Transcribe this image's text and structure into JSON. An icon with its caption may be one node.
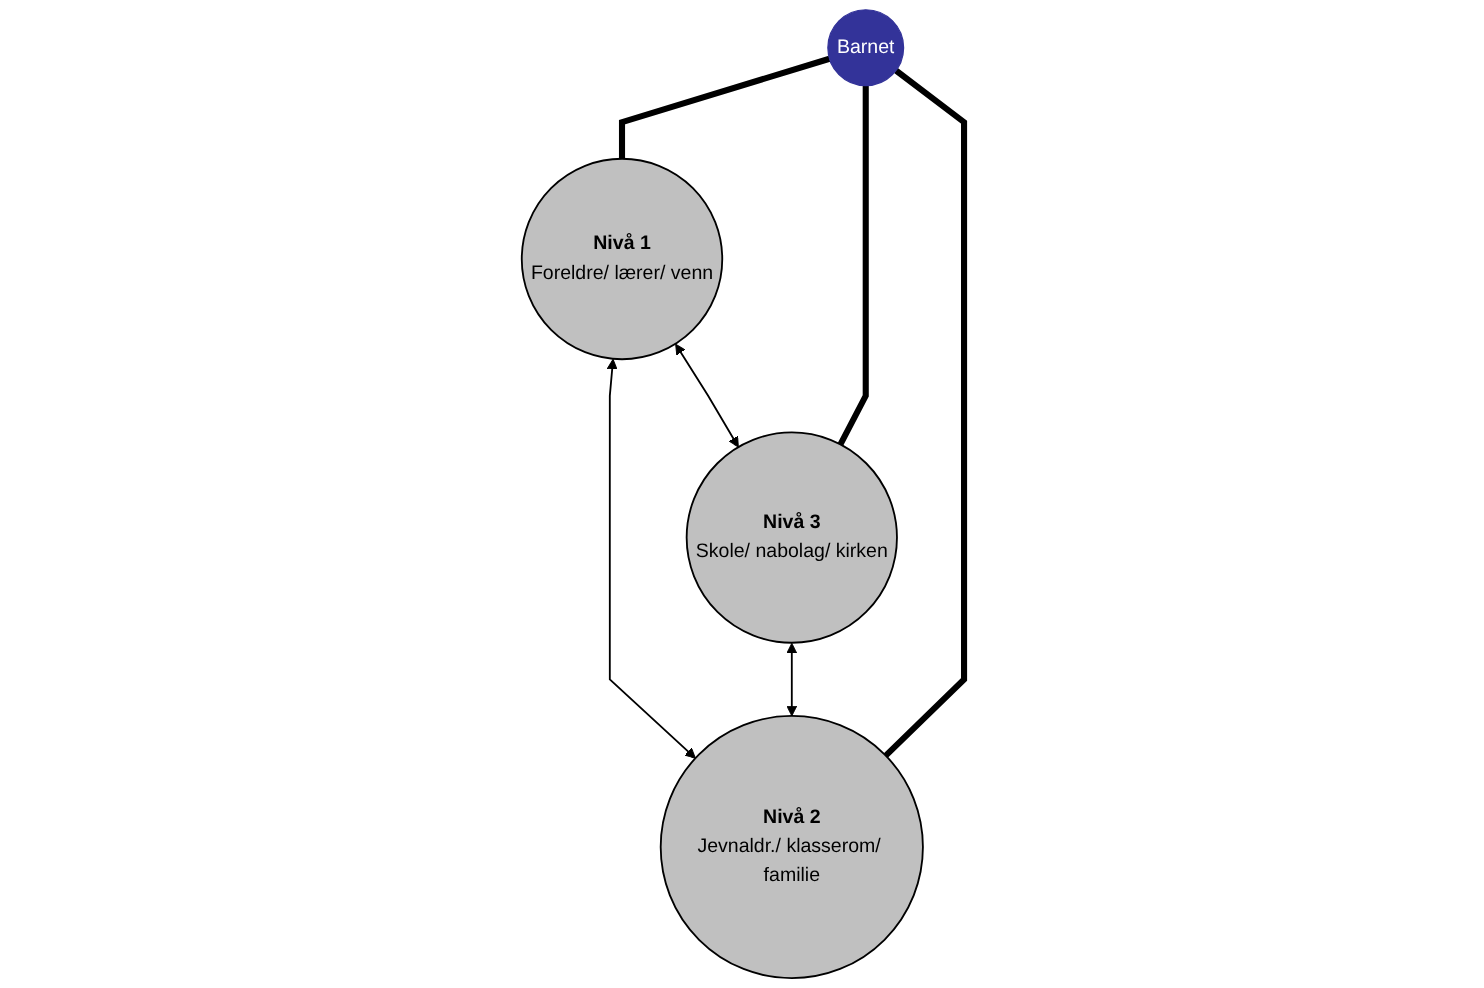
{
  "diagram": {
    "nodes": [
      {
        "text": [
          "Nivå 1",
          "Foreldre/ lærer/ venn"
        ]
      },
      {
        "text": [
          "Barnet"
        ]
      },
      {
        "text": [
          "Nivå 3",
          "Skole/ nabolag/ kirken"
        ]
      },
      {
        "text": [
          "Nivå 2",
          "Jevnaldr./ klasserom/ familie"
        ]
      }
    ],
    "edges": [
      {
        "from": 0,
        "to": 2,
        "arrow": "both"
      },
      {
        "from": 0,
        "to": 3,
        "arrow": "both"
      },
      {
        "from": 2,
        "to": 3,
        "arrow": "both"
      },
      {
        "from": 1,
        "to": 0,
        "arrow": "none",
        "style": "thick"
      },
      {
        "from": 1,
        "to": 2,
        "arrow": "none",
        "style": "thick"
      },
      {
        "from": 1,
        "to": 3,
        "arrow": "none",
        "style": "thick"
      }
    ]
  }
}
